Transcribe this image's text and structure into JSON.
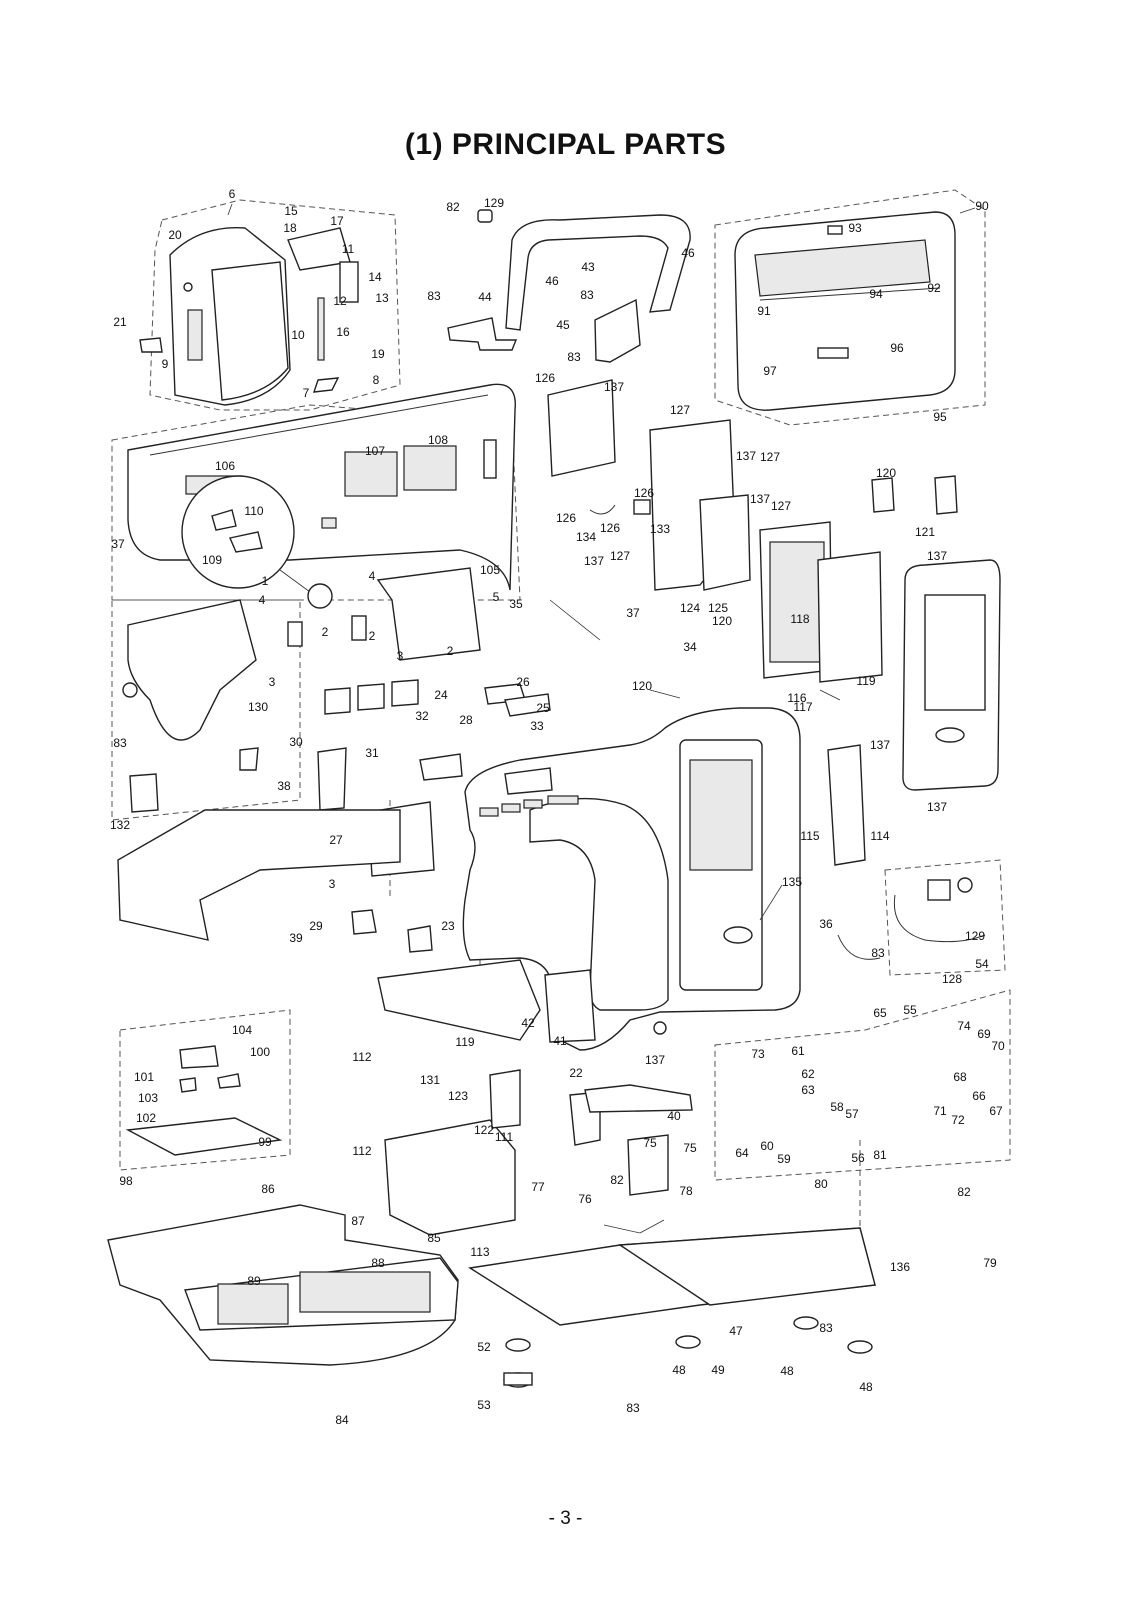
{
  "title": "(1) PRINCIPAL PARTS",
  "page_number": "- 3 -",
  "callouts": [
    "1",
    "2",
    "3",
    "4",
    "5",
    "6",
    "7",
    "8",
    "9",
    "10",
    "11",
    "12",
    "13",
    "14",
    "15",
    "16",
    "17",
    "18",
    "19",
    "20",
    "21",
    "22",
    "23",
    "24",
    "25",
    "26",
    "27",
    "28",
    "29",
    "30",
    "31",
    "32",
    "33",
    "34",
    "35",
    "36",
    "37",
    "38",
    "39",
    "40",
    "41",
    "42",
    "43",
    "44",
    "45",
    "46",
    "47",
    "48",
    "49",
    "52",
    "53",
    "54",
    "55",
    "56",
    "57",
    "58",
    "59",
    "60",
    "61",
    "62",
    "63",
    "64",
    "65",
    "66",
    "67",
    "68",
    "69",
    "70",
    "71",
    "72",
    "73",
    "74",
    "75",
    "76",
    "77",
    "78",
    "79",
    "80",
    "81",
    "82",
    "83",
    "84",
    "85",
    "86",
    "87",
    "88",
    "89",
    "90",
    "91",
    "92",
    "93",
    "94",
    "95",
    "96",
    "97",
    "98",
    "99",
    "100",
    "101",
    "102",
    "103",
    "104",
    "105",
    "106",
    "107",
    "108",
    "109",
    "110",
    "111",
    "112",
    "113",
    "114",
    "115",
    "116",
    "117",
    "118",
    "119",
    "120",
    "121",
    "122",
    "123",
    "124",
    "125",
    "126",
    "127",
    "128",
    "129",
    "130",
    "131",
    "132",
    "133",
    "134",
    "135",
    "136",
    "137"
  ]
}
